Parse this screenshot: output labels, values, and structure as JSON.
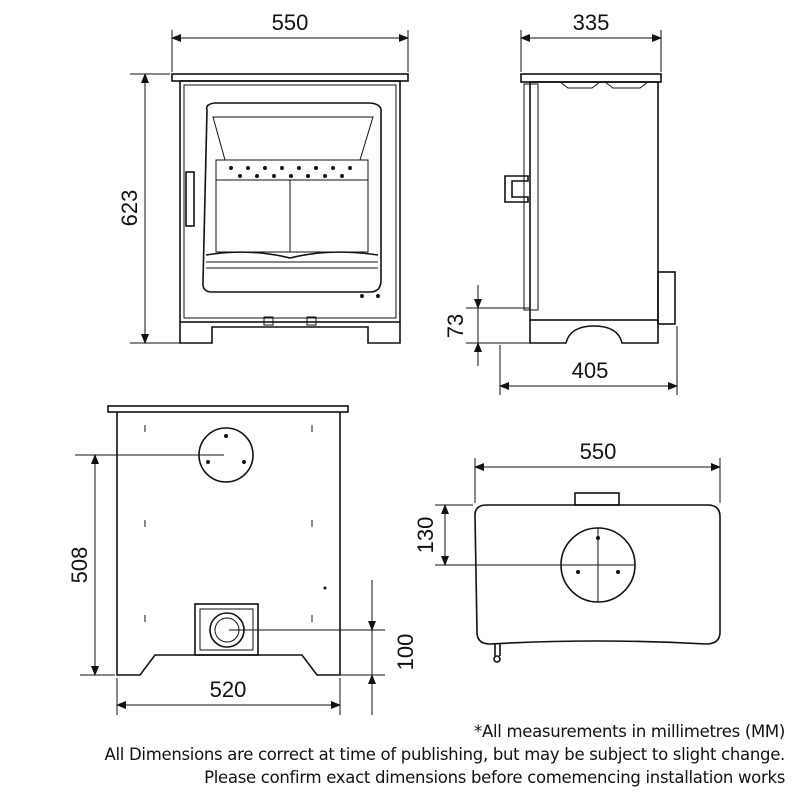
{
  "front_view": {
    "width_label": "550",
    "height_label": "623"
  },
  "side_view": {
    "depth_label": "335",
    "outlet_height_label": "73",
    "overall_depth_label": "405"
  },
  "rear_view": {
    "outlet_height_label": "508",
    "width_label": "520",
    "lower_outlet_label": "100"
  },
  "top_view": {
    "width_label": "550",
    "flue_offset_label": "130"
  },
  "notes": {
    "line1": "*All measurements in millimetres (MM)",
    "line2": "All Dimensions are correct at time of publishing, but may be subject to slight change.",
    "line3": "Please confirm exact dimensions before comemencing installation works"
  }
}
